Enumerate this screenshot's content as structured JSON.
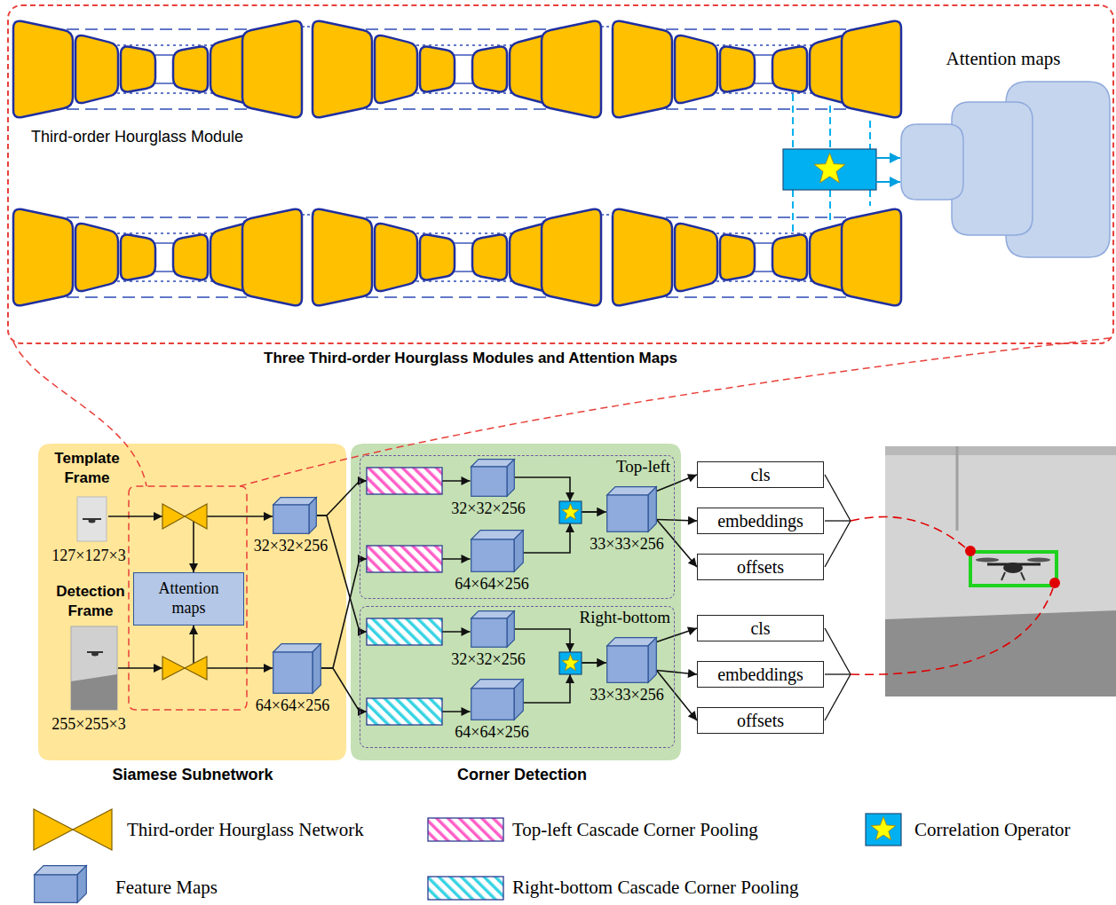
{
  "diagram": {
    "nodes": [
      {
        "text": [
          "Three Third-order Hourglass Modules and Attention Maps"
        ]
      },
      {
        "text": [
          "Attention maps"
        ],
        "in": 0
      },
      {
        "text": [
          "Siamese Subnetwork"
        ]
      },
      {
        "text": [
          "Attention maps"
        ],
        "in": 2
      },
      {
        "text": [
          "32×32×256"
        ],
        "in": 2
      },
      {
        "text": [
          "64×64×256"
        ],
        "in": 2
      },
      {
        "text": [
          "Corner Detection"
        ]
      },
      {
        "text": [
          "Top-left"
        ],
        "in": 6
      },
      {
        "text": [
          "32×32×256"
        ],
        "in": 7
      },
      {
        "text": [
          "64×64×256"
        ],
        "in": 7
      },
      {
        "text": [
          "33×33×256"
        ],
        "in": 7
      },
      {
        "text": [
          "Right-bottom"
        ],
        "in": 6
      },
      {
        "text": [
          "32×32×256"
        ],
        "in": 11
      },
      {
        "text": [
          "64×64×256"
        ],
        "in": 11
      },
      {
        "text": [
          "33×33×256"
        ],
        "in": 11
      },
      {
        "text": [
          "cls"
        ]
      },
      {
        "text": [
          "embeddings"
        ]
      },
      {
        "text": [
          "offsets"
        ]
      },
      {
        "text": [
          "cls"
        ]
      },
      {
        "text": [
          "embeddings"
        ]
      },
      {
        "text": [
          "offsets"
        ]
      }
    ],
    "edges": [
      {
        "from": 4,
        "to": 8,
        "arrow": "to"
      },
      {
        "from": 4,
        "to": 12,
        "arrow": "to"
      },
      {
        "from": 5,
        "to": 9,
        "arrow": "to"
      },
      {
        "from": 5,
        "to": 13,
        "arrow": "to"
      },
      {
        "from": 8,
        "to": 10,
        "arrow": "to"
      },
      {
        "from": 9,
        "to": 10,
        "arrow": "to"
      },
      {
        "from": 12,
        "to": 14,
        "arrow": "to"
      },
      {
        "from": 13,
        "to": 14,
        "arrow": "to"
      },
      {
        "from": 10,
        "to": 15,
        "arrow": "to"
      },
      {
        "from": 10,
        "to": 16,
        "arrow": "to"
      },
      {
        "from": 10,
        "to": 17,
        "arrow": "to"
      },
      {
        "from": 14,
        "to": 18,
        "arrow": "to"
      },
      {
        "from": 14,
        "to": 19,
        "arrow": "to"
      },
      {
        "from": 14,
        "to": 20,
        "arrow": "to"
      }
    ],
    "labels": [
      "Third-order Hourglass Module",
      "Template Frame",
      "127×127×3",
      "Detection Frame",
      "255×255×3"
    ],
    "legend": [
      {
        "text": "Third-order Hourglass Network"
      },
      {
        "text": "Top-left Cascade Corner Pooling"
      },
      {
        "text": "Correlation Operator"
      },
      {
        "text": "Feature Maps"
      },
      {
        "text": "Right-bottom Cascade Corner Pooling"
      }
    ]
  }
}
